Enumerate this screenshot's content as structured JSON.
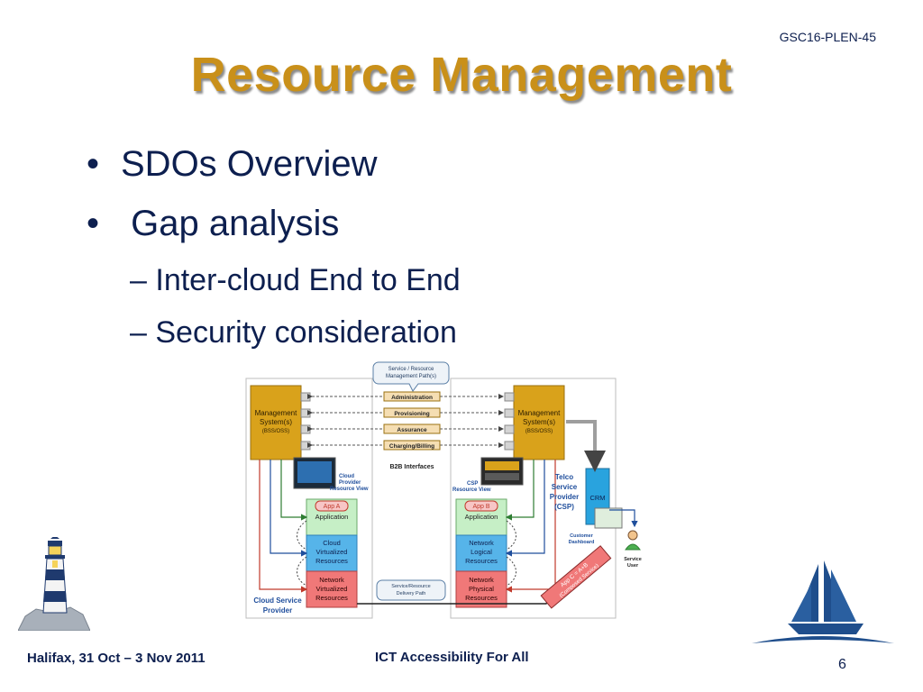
{
  "header": {
    "doc_code": "GSC16-PLEN-45",
    "title": "Resource Management"
  },
  "bullets": [
    {
      "marker": "•",
      "text": "SDOs Overview"
    },
    {
      "marker": "•",
      "text": " Gap analysis"
    }
  ],
  "subbullets": [
    {
      "marker": "–",
      "text": " Inter-cloud End to End"
    },
    {
      "marker": "–",
      "text": "  Security consideration"
    }
  ],
  "diagram": {
    "callout_top": [
      "Service / Resource",
      "Management Path(s)"
    ],
    "interfaces": [
      "Administration",
      "Provisioning",
      "Assurance",
      "Charging/Billing"
    ],
    "b2b_label": "B2B Interfaces",
    "mgmt_left": [
      "Management",
      "System(s)",
      "(BSS/OSS)"
    ],
    "mgmt_right": [
      "Management",
      "System(s)",
      "(BSS/OSS)"
    ],
    "cloud_view": [
      "Cloud",
      "Provider",
      "Resource View"
    ],
    "csp_view": [
      "CSP",
      "Resource View"
    ],
    "app_a_tag": "App A",
    "app_b_tag": "App B",
    "left_stack": {
      "application": "Application",
      "mid": [
        "Cloud",
        "Virtualized",
        "Resources"
      ],
      "bottom": [
        "Network",
        "Virtualized",
        "Resources"
      ]
    },
    "right_stack": {
      "application": "Application",
      "mid": [
        "Network",
        "Logical",
        "Resources"
      ],
      "bottom": [
        "Network",
        "Physical",
        "Resources"
      ]
    },
    "csp_label": [
      "Telco",
      "Service",
      "Provider",
      "(CSP)"
    ],
    "crm": "CRM",
    "customer_dashboard": [
      "Customer",
      "Dashboard"
    ],
    "service_user": [
      "Service",
      "User"
    ],
    "delivery_callout": [
      "Service/Resource",
      "Delivery Path"
    ],
    "composed": [
      "App C = A+B",
      "(Composed Service)"
    ],
    "cloud_provider": [
      "Cloud Service",
      "Provider"
    ],
    "colors": {
      "mgmt": "#d9a21b",
      "app": "#c6efc6",
      "mid": "#56b4e9",
      "bottom": "#f07878",
      "crm": "#29a3de"
    }
  },
  "footer": {
    "left": "Halifax, 31 Oct – 3 Nov 2011",
    "center": "ICT Accessibility For All",
    "page": "6"
  }
}
